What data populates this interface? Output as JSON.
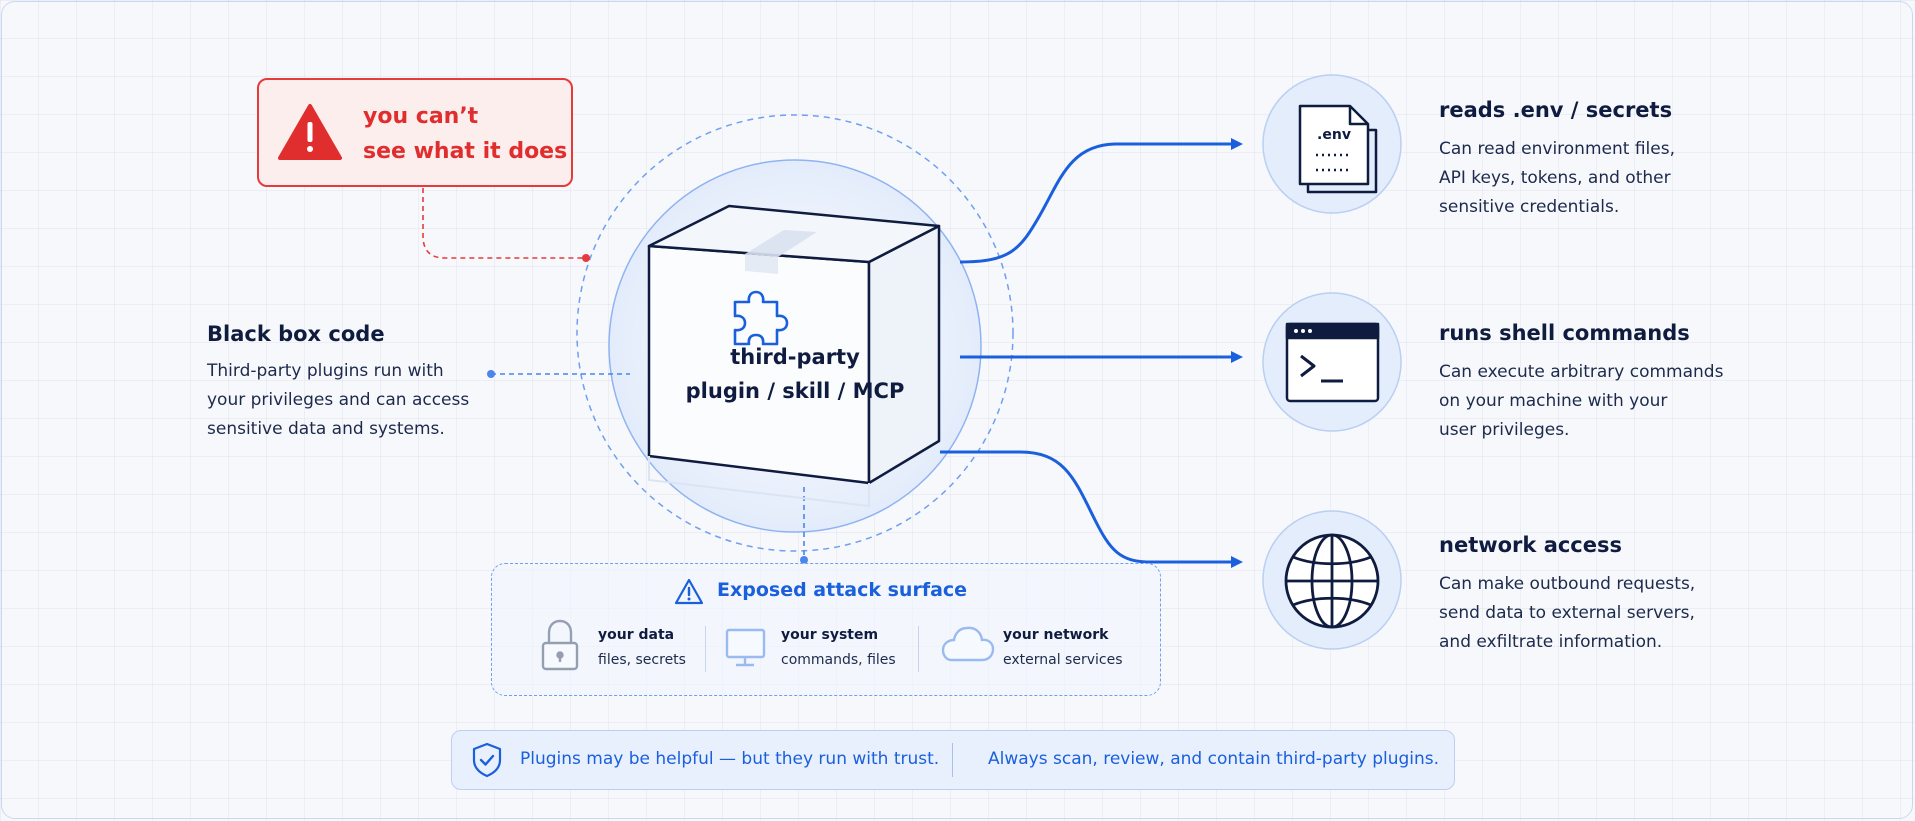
{
  "warning": {
    "line1": "you can’t",
    "line2": "see what it does",
    "icon": "warning-triangle-icon"
  },
  "black_box": {
    "title": "Black box code",
    "lines": [
      "Third-party plugins run with",
      "your privileges and can access",
      "sensitive data and systems."
    ]
  },
  "center_box": {
    "line1": "third-party",
    "line2": "plugin / skill / MCP",
    "icon": "puzzle-icon"
  },
  "threats": [
    {
      "title": "reads .env / secrets",
      "icon": "env-file-icon",
      "file_label": ".env",
      "lines": [
        "Can read environment files,",
        "API keys, tokens, and other",
        "sensitive credentials."
      ]
    },
    {
      "title": "runs shell commands",
      "icon": "terminal-icon",
      "lines": [
        "Can execute arbitrary commands",
        "on your machine with your",
        "user privileges."
      ]
    },
    {
      "title": "network access",
      "icon": "globe-icon",
      "lines": [
        "Can make outbound requests,",
        "send data to external servers,",
        "and exfiltrate information."
      ]
    }
  ],
  "attack_surface": {
    "title": "Exposed attack surface",
    "items": [
      {
        "label": "your data",
        "sub": "files, secrets",
        "icon": "lock-icon"
      },
      {
        "label": "your system",
        "sub": "commands, files",
        "icon": "monitor-icon"
      },
      {
        "label": "your network",
        "sub": "external services",
        "icon": "cloud-icon"
      }
    ]
  },
  "footer": {
    "left": "Plugins may be helpful — but they run with trust.",
    "right": "Always scan, review, and contain third-party plugins.",
    "icon": "shield-check-icon"
  },
  "colors": {
    "accent": "#1a5fdc",
    "danger": "#e02d2d",
    "ink": "#0f1c3f"
  }
}
